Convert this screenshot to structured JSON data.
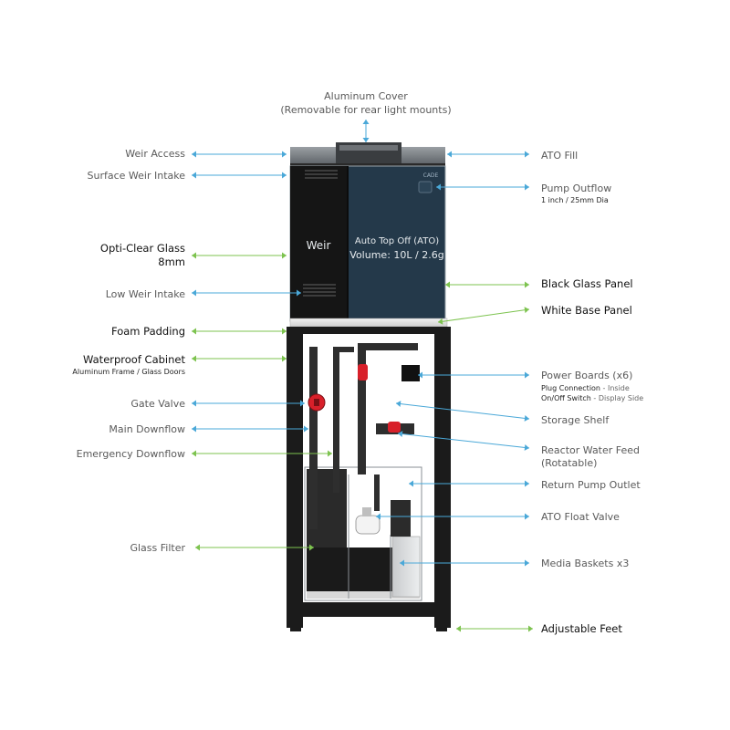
{
  "colors": {
    "arrow_blue": "#4aa8d8",
    "arrow_green": "#7dc34f",
    "tank_blue": "#24394a",
    "weir_black": "#151515",
    "frame_black": "#1b1b1b",
    "valve_red": "#d8202a"
  },
  "tank": {
    "weir_label": "Weir",
    "ato_title": "Auto Top Off (ATO)",
    "ato_volume": "Volume: 10L / 2.6g",
    "brand": "CADE"
  },
  "labels": {
    "aluminum_cover": "Aluminum Cover",
    "aluminum_cover_note": "(Removable for rear light mounts)",
    "weir_access": "Weir Access",
    "surface_weir_intake": "Surface Weir Intake",
    "opti_clear_glass": "Opti-Clear Glass",
    "opti_clear_glass_2": "8mm",
    "low_weir_intake": "Low Weir Intake",
    "foam_padding": "Foam Padding",
    "waterproof_cabinet": "Waterproof Cabinet",
    "waterproof_cabinet_note": "Aluminum Frame / Glass Doors",
    "gate_valve": "Gate Valve",
    "main_downflow": "Main Downflow",
    "emergency_downflow": "Emergency Downflow",
    "glass_filter": "Glass Filter",
    "ato_fill": "ATO Fill",
    "pump_outflow": "Pump Outflow",
    "pump_outflow_note": "1 inch / 25mm Dia",
    "black_glass_panel": "Black Glass Panel",
    "white_base_panel": "White Base Panel",
    "power_boards": "Power Boards (x6)",
    "power_boards_note1_bold": "Plug Connection",
    "power_boards_note1_rest": " - Inside",
    "power_boards_note2_bold": "On/Off Switch",
    "power_boards_note2_rest": " - Display Side",
    "storage_shelf": "Storage Shelf",
    "reactor_water_feed": "Reactor Water Feed",
    "reactor_water_feed_2": "(Rotatable)",
    "return_pump_outlet": "Return Pump Outlet",
    "ato_float_valve": "ATO Float Valve",
    "media_baskets": "Media Baskets x3",
    "adjustable_feet": "Adjustable Feet"
  }
}
